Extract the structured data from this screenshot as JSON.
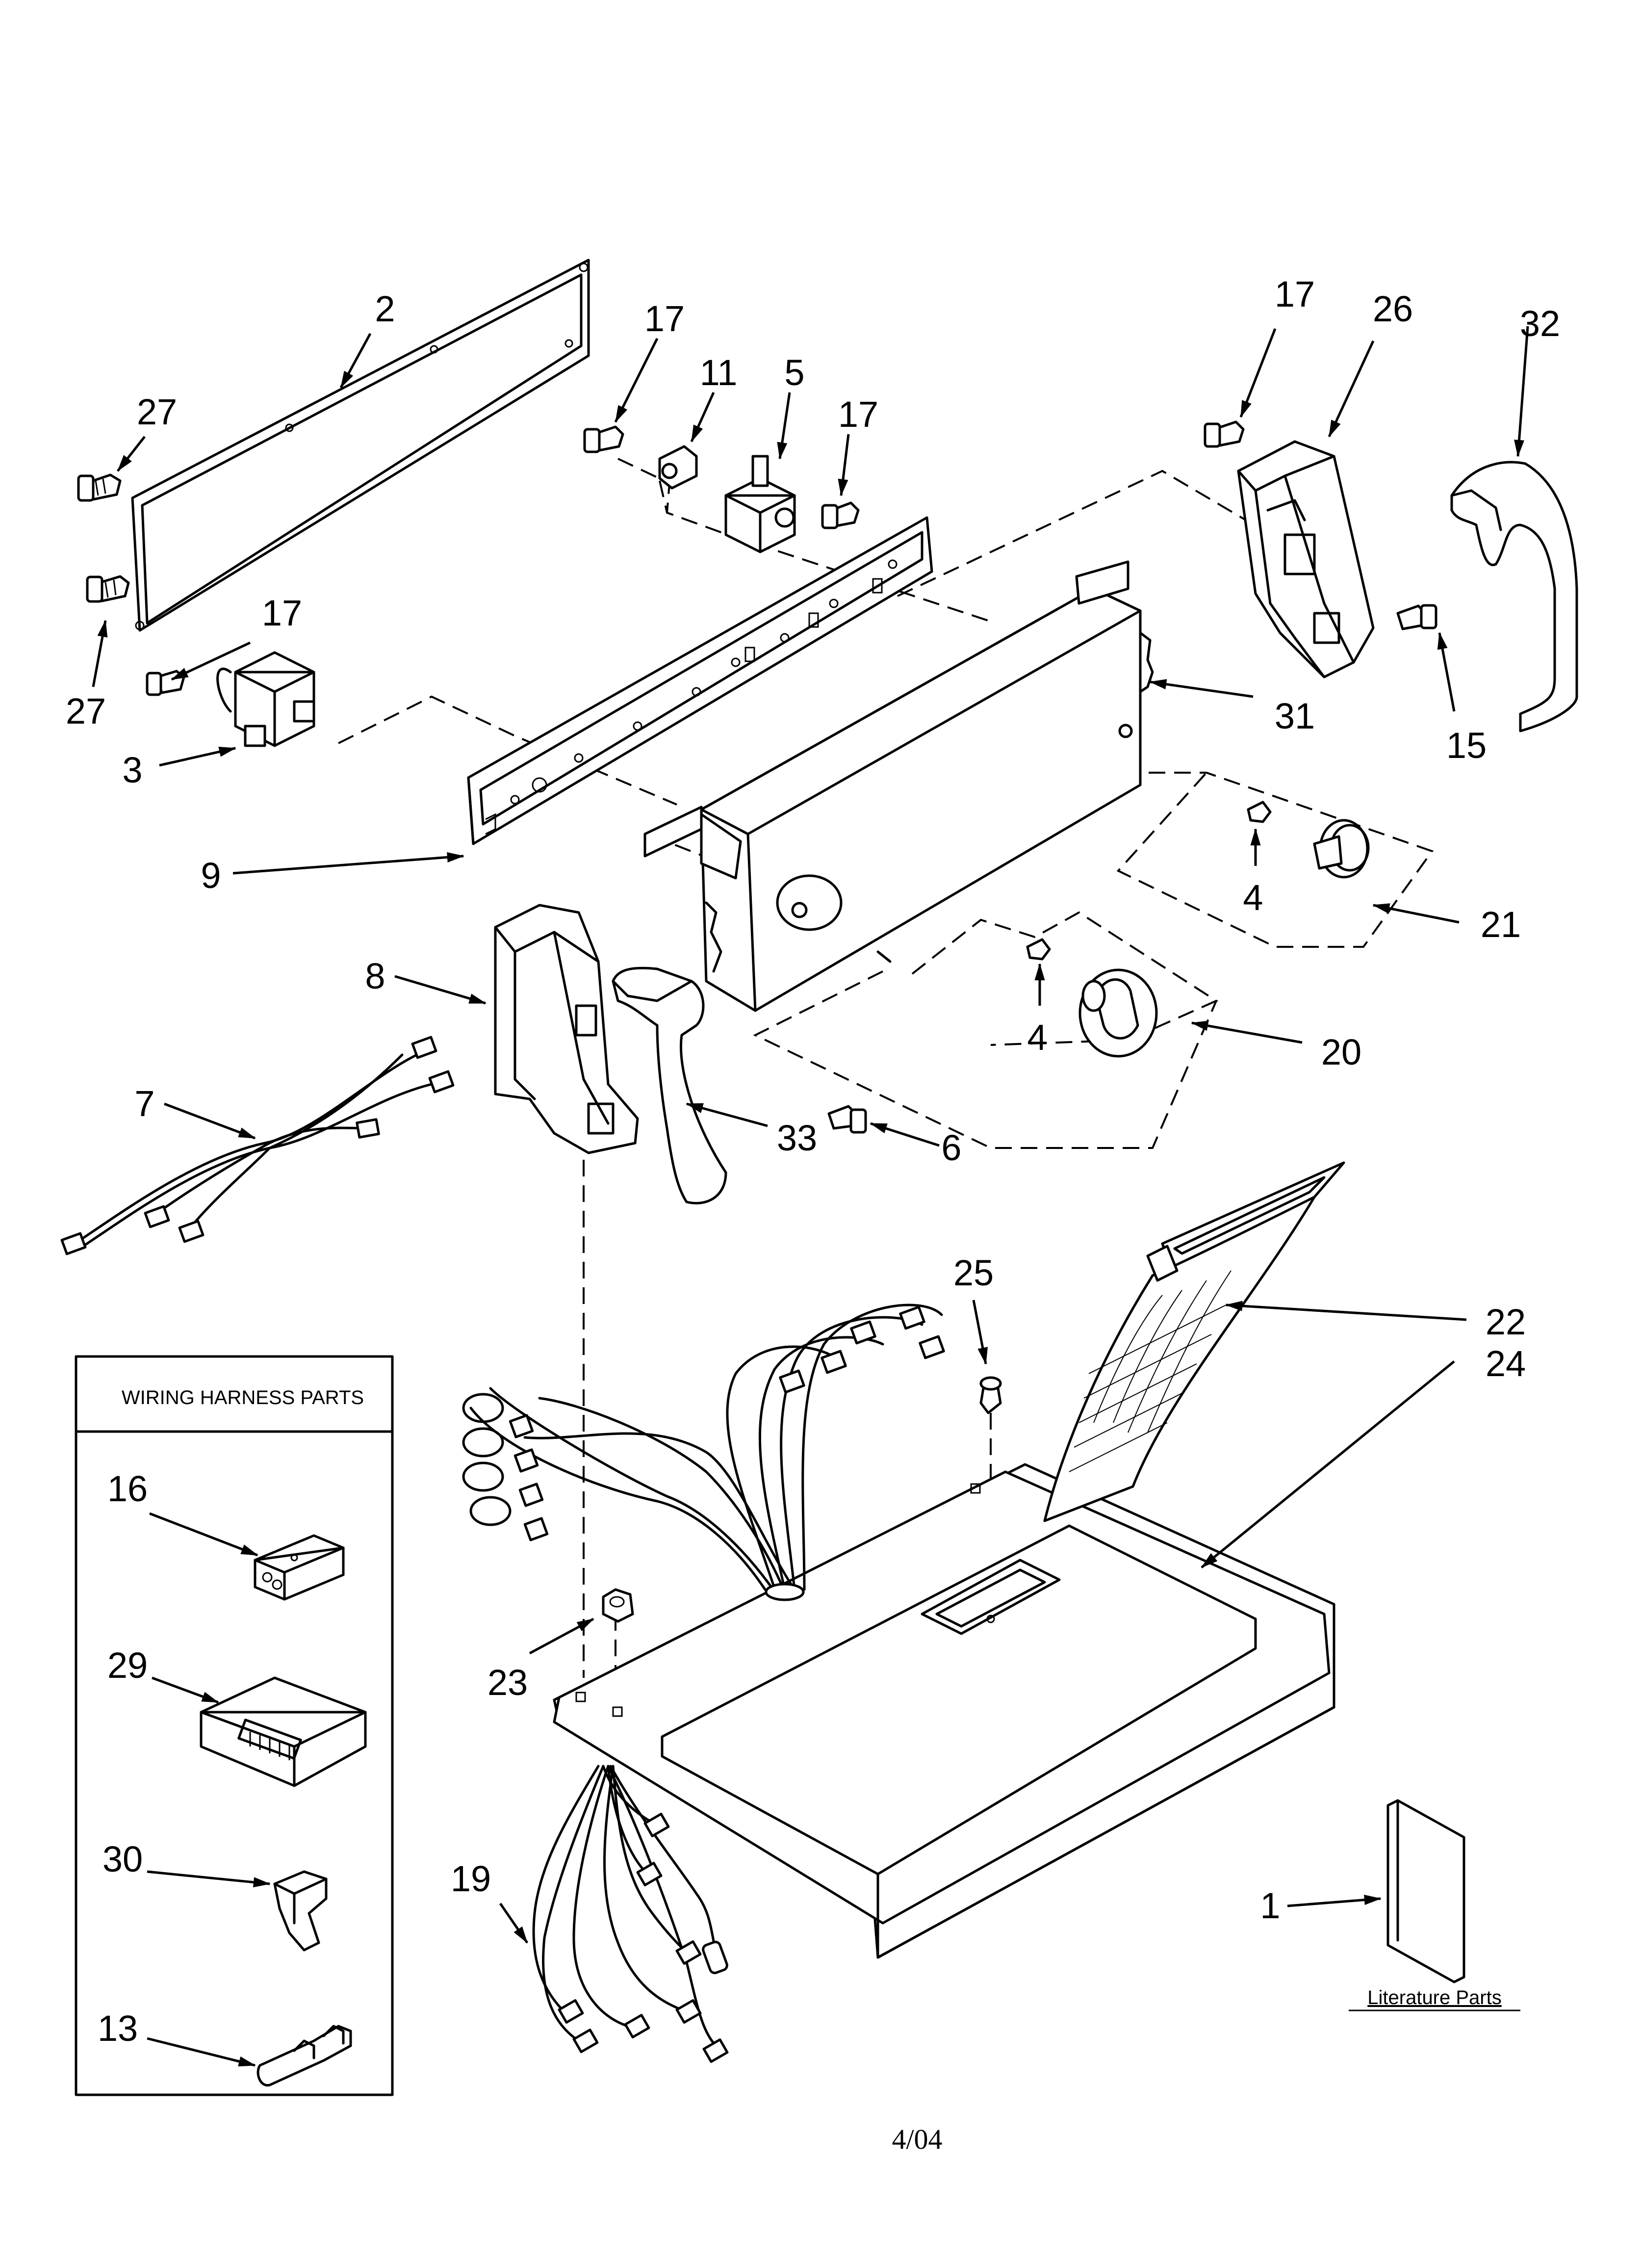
{
  "callouts": {
    "c1": "1",
    "c2": "2",
    "c3": "3",
    "c4a": "4",
    "c4b": "4",
    "c5": "5",
    "c6": "6",
    "c7": "7",
    "c8": "8",
    "c9": "9",
    "c11": "11",
    "c13": "13",
    "c15": "15",
    "c16": "16",
    "c17a": "17",
    "c17b": "17",
    "c17c": "17",
    "c17d": "17",
    "c19": "19",
    "c20": "20",
    "c21": "21",
    "c22": "22",
    "c23": "23",
    "c24": "24",
    "c25": "25",
    "c26": "26",
    "c27a": "27",
    "c27b": "27",
    "c29": "29",
    "c30": "30",
    "c31": "31",
    "c32": "32",
    "c33": "33"
  },
  "wiring_box": {
    "title": "WIRING HARNESS PARTS"
  },
  "literature": {
    "label": "Literature Parts"
  },
  "footer": {
    "date": "4/04"
  }
}
